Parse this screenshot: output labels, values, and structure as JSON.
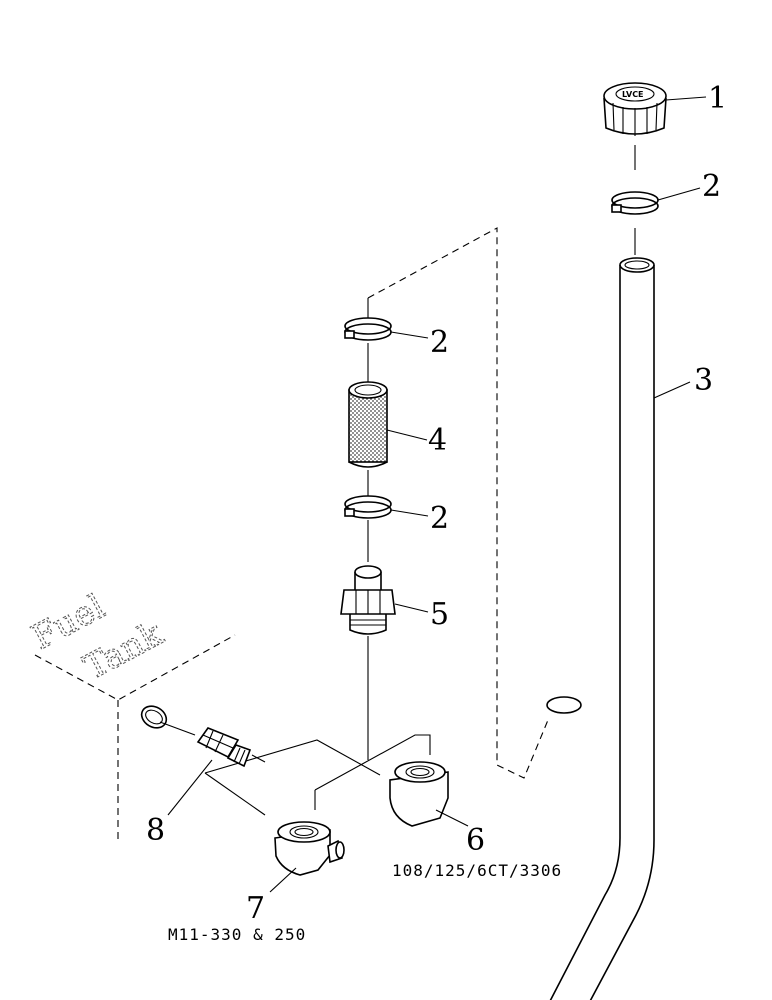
{
  "tank": {
    "line1": "Fuel",
    "line2": "Tank"
  },
  "cap_logo": "LVCE",
  "callouts": {
    "c1": "1",
    "c2_top": "2",
    "c2_mid": "2",
    "c2_low": "2",
    "c3": "3",
    "c4": "4",
    "c5": "5",
    "c6": "6",
    "c7": "7",
    "c8": "8"
  },
  "captions": {
    "part6": "108/125/6CT/3306",
    "part7": "M11-330 & 250"
  }
}
